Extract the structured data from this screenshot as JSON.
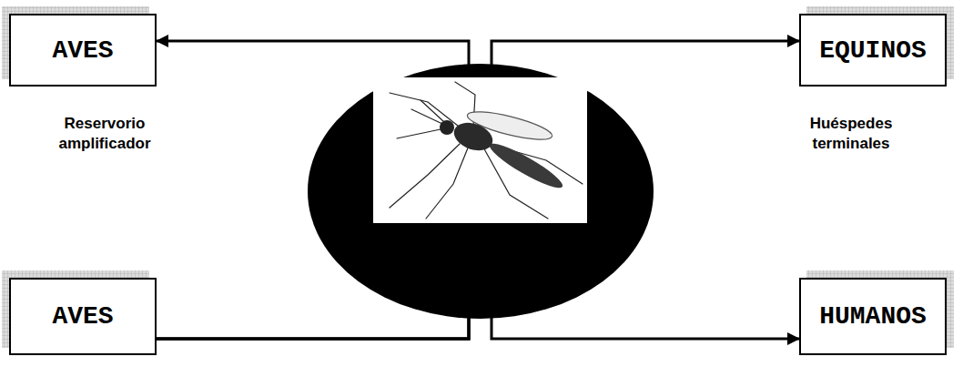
{
  "diagram": {
    "nodes": [
      {
        "text": [
          "AVES"
        ]
      },
      {
        "text": [
          "EQUINOS"
        ]
      },
      {
        "text": [
          "AVES"
        ]
      },
      {
        "text": [
          "HUMANOS"
        ]
      }
    ],
    "edges": [
      {
        "from": 2,
        "to": 0,
        "arrow": "to"
      },
      {
        "from": 2,
        "to": 1,
        "arrow": "to"
      },
      {
        "from": 2,
        "to": 3,
        "arrow": "to"
      }
    ],
    "labels": [
      "Reservorio amplificador",
      "Huéspedes terminales"
    ]
  }
}
